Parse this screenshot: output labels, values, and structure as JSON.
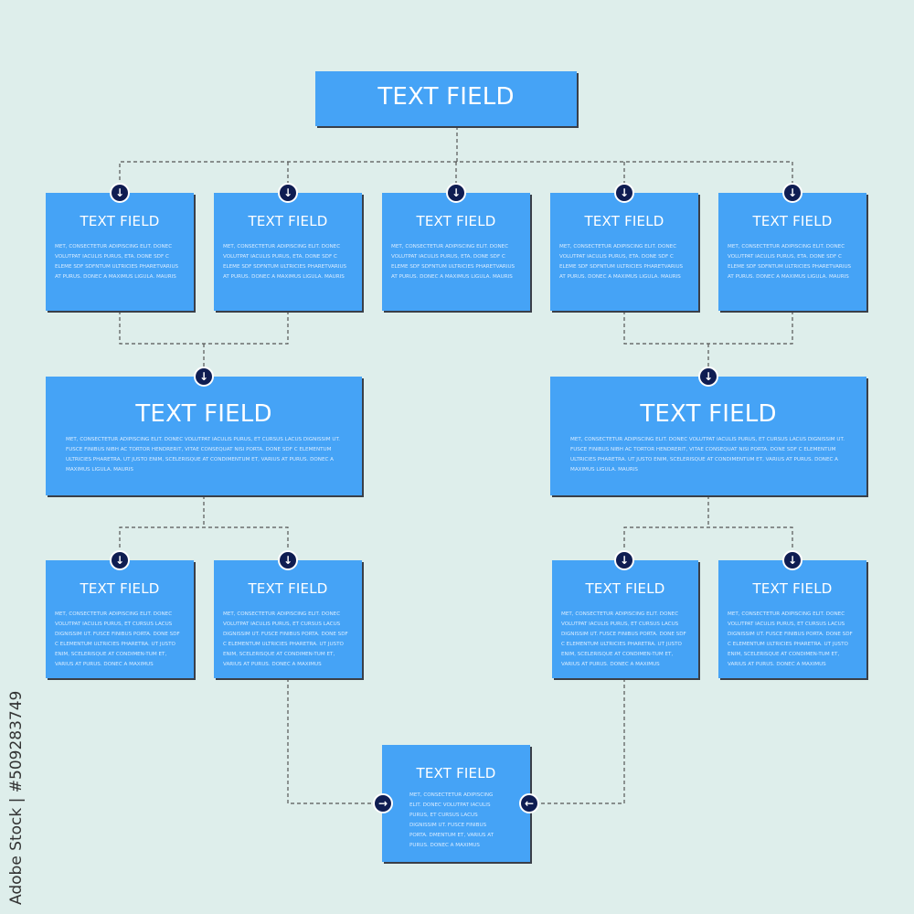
{
  "colors": {
    "background": "#deeeeb",
    "box": "#45a3f6",
    "connector_circle": "#0f1d52"
  },
  "root": {
    "title": "TEXT FIELD"
  },
  "row1": [
    {
      "title": "TEXT FIELD",
      "body": "MET, CONSECTETUR ADIPISCING ELIT. DONEC VOLUTPAT IACULIS PURUS, ETA. DONE SDF C ELEME SDF SDFNTUM ULTRICIES PHARETVARIUS AT PURUS. DONEC A MAXIMUS LIGULA. MAURIS"
    },
    {
      "title": "TEXT FIELD",
      "body": "MET, CONSECTETUR ADIPISCING ELIT. DONEC VOLUTPAT IACULIS PURUS, ETA. DONE SDF C ELEME SDF SDFNTUM ULTRICIES PHARETVARIUS AT PURUS. DONEC A MAXIMUS LIGULA. MAURIS"
    },
    {
      "title": "TEXT FIELD",
      "body": "MET, CONSECTETUR ADIPISCING ELIT. DONEC VOLUTPAT IACULIS PURUS, ETA. DONE SDF C ELEME SDF SDFNTUM ULTRICIES PHARETVARIUS AT PURUS. DONEC A MAXIMUS LIGULA. MAURIS"
    },
    {
      "title": "TEXT FIELD",
      "body": "MET, CONSECTETUR ADIPISCING ELIT. DONEC VOLUTPAT IACULIS PURUS, ETA. DONE SDF C ELEME SDF SDFNTUM ULTRICIES PHARETVARIUS AT PURUS. DONEC A MAXIMUS LIGULA. MAURIS"
    },
    {
      "title": "TEXT FIELD",
      "body": "MET, CONSECTETUR ADIPISCING ELIT. DONEC VOLUTPAT IACULIS PURUS, ETA. DONE SDF C ELEME SDF SDFNTUM ULTRICIES PHARETVARIUS AT PURUS. DONEC A MAXIMUS LIGULA. MAURIS"
    }
  ],
  "row2": [
    {
      "title": "TEXT FIELD",
      "body": "MET, CONSECTETUR ADIPISCING ELIT. DONEC VOLUTPAT IACULIS PURUS, ET CURSUS LACUS DIGNISSIM UT. FUSCE FINIBUS NIBH AC TORTOR HENDRERIT, VITAE CONSEQUAT NISI PORTA. DONE SDF C ELEMENTUM ULTRICIES PHARETRA. UT JUSTO ENIM, SCELERISQUE AT CONDIMENTUM ET, VARIUS AT PURUS. DONEC A MAXIMUS LIGULA. MAURIS"
    },
    {
      "title": "TEXT FIELD",
      "body": "MET, CONSECTETUR ADIPISCING ELIT. DONEC VOLUTPAT IACULIS PURUS, ET CURSUS LACUS DIGNISSIM UT. FUSCE FINIBUS NIBH AC TORTOR HENDRERIT, VITAE CONSEQUAT NISI PORTA. DONE SDF C ELEMENTUM ULTRICIES PHARETRA. UT JUSTO ENIM, SCELERISQUE AT CONDIMENTUM ET, VARIUS AT PURUS. DONEC A MAXIMUS LIGULA. MAURIS"
    }
  ],
  "row3": [
    {
      "title": "TEXT FIELD",
      "body": "MET, CONSECTETUR ADIPISCING ELIT. DONEC VOLUTPAT IACULIS PURUS, ET CURSUS LACUS DIGNISSIM UT. FUSCE FINIBUS  PORTA. DONE SDF C ELEMENTUM ULTRICIES PHARETRA. UT JUSTO ENIM, SCELERISQUE AT CONDIMEN-TUM ET, VARIUS AT PURUS. DONEC A MAXIMUS"
    },
    {
      "title": "TEXT FIELD",
      "body": "MET, CONSECTETUR ADIPISCING ELIT. DONEC VOLUTPAT IACULIS PURUS, ET CURSUS LACUS DIGNISSIM UT. FUSCE FINIBUS  PORTA. DONE SDF C ELEMENTUM ULTRICIES PHARETRA. UT JUSTO ENIM, SCELERISQUE AT CONDIMEN-TUM ET, VARIUS AT PURUS. DONEC A MAXIMUS"
    },
    {
      "title": "TEXT FIELD",
      "body": "MET, CONSECTETUR ADIPISCING ELIT. DONEC VOLUTPAT IACULIS PURUS, ET CURSUS LACUS DIGNISSIM UT. FUSCE FINIBUS  PORTA. DONE SDF C ELEMENTUM ULTRICIES PHARETRA. UT JUSTO ENIM, SCELERISQUE AT CONDIMEN-TUM ET, VARIUS AT PURUS. DONEC A MAXIMUS"
    },
    {
      "title": "TEXT FIELD",
      "body": "MET, CONSECTETUR ADIPISCING ELIT. DONEC VOLUTPAT IACULIS PURUS, ET CURSUS LACUS DIGNISSIM UT. FUSCE FINIBUS  PORTA. DONE SDF C ELEMENTUM ULTRICIES PHARETRA. UT JUSTO ENIM, SCELERISQUE AT CONDIMEN-TUM ET, VARIUS AT PURUS. DONEC A MAXIMUS"
    }
  ],
  "final": {
    "title": "TEXT FIELD",
    "body": "MET, CONSECTETUR ADIPISCING ELIT. DONEC VOLUTPAT IACULIS PURUS, ET CURSUS LACUS DIGNISSIM UT. FUSCE FINIBUS  PORTA. DMENTUM ET, VARIUS AT PURUS. DONEC A MAXIMUS"
  },
  "arrows": {
    "down": "↓",
    "right": "→",
    "left": "←"
  },
  "watermark": "Adobe Stock | #509283749"
}
